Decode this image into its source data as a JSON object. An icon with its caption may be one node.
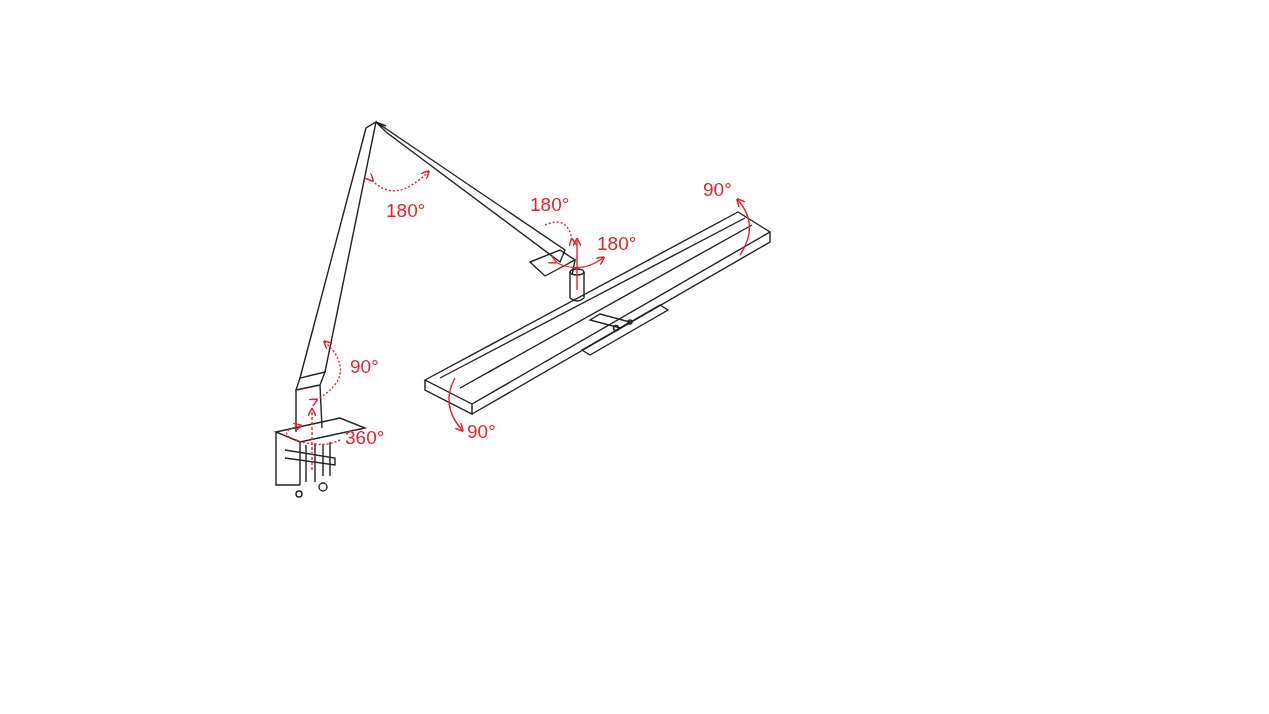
{
  "diagram": {
    "labels": [
      "90°",
      "180°",
      "180°",
      "180°",
      "90°",
      "90°",
      "360°"
    ]
  }
}
